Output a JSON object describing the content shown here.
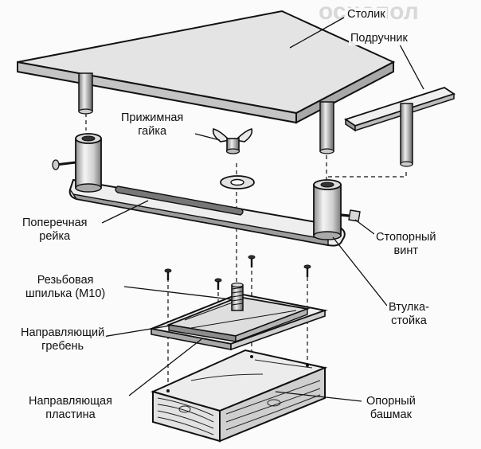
{
  "labels": {
    "table": "Столик",
    "tool_rest": "Подручник",
    "clamp_nut": [
      "Прижимная",
      "гайка"
    ],
    "cross_rail": [
      "Поперечная",
      "рейка"
    ],
    "lock_screw": [
      "Стопорный",
      "винт"
    ],
    "threaded_stud": [
      "Резьбовая",
      "шпилька (М10)"
    ],
    "bushing_post": [
      "Втулка-",
      "стойка"
    ],
    "guide_comb": [
      "Направляющий",
      "гребень"
    ],
    "guide_plate": [
      "Направляющая",
      "пластина"
    ],
    "support_shoe": [
      "Опорный",
      "башмак"
    ]
  },
  "colors": {
    "ink": "#111111",
    "table_top": "#e4e4e4",
    "table_edge": "#bdbdbd",
    "metal_light": "#f2f2f2",
    "metal_dark": "#9a9a9a",
    "wood_face": "#e9e9e9",
    "wood_side": "#cfcfcf"
  }
}
